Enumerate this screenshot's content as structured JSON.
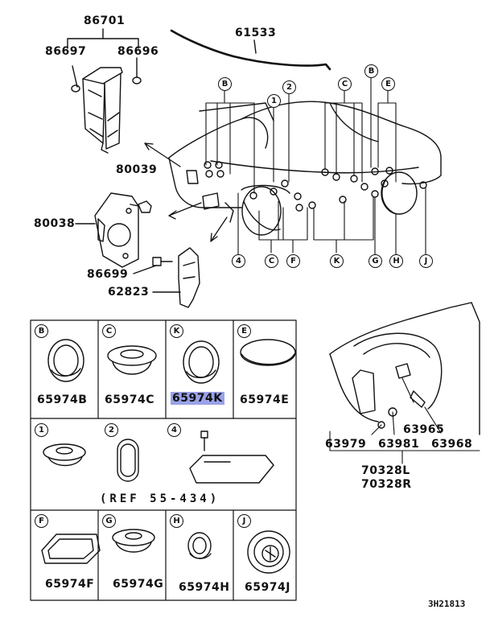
{
  "top": {
    "p86701": "86701",
    "p86697": "86697",
    "p86696": "86696",
    "p61533": "61533",
    "p80039": "80039",
    "p80038": "80038",
    "p86699": "86699",
    "p62823": "62823"
  },
  "callouts": {
    "B": "B",
    "C": "C",
    "E": "E",
    "F": "F",
    "G": "G",
    "H": "H",
    "J": "J",
    "K": "K",
    "n1": "1",
    "n2": "2",
    "n4": "4"
  },
  "grid": {
    "cellB": "65974B",
    "cellC": "65974C",
    "cellK": "65974K",
    "cellE": "65974E",
    "ref": "(REF 55-434)",
    "cellF": "65974F",
    "cellG": "65974G",
    "cellH": "65974H",
    "cellJ": "65974J"
  },
  "fender": {
    "p63965": "63965",
    "p63979": "63979",
    "p63981": "63981",
    "p63968": "63968",
    "p70328L": "70328L",
    "p70328R": "70328R"
  },
  "code": "3H21813",
  "colors": {
    "highlight": "#9aa2e8",
    "ink": "#111111"
  }
}
